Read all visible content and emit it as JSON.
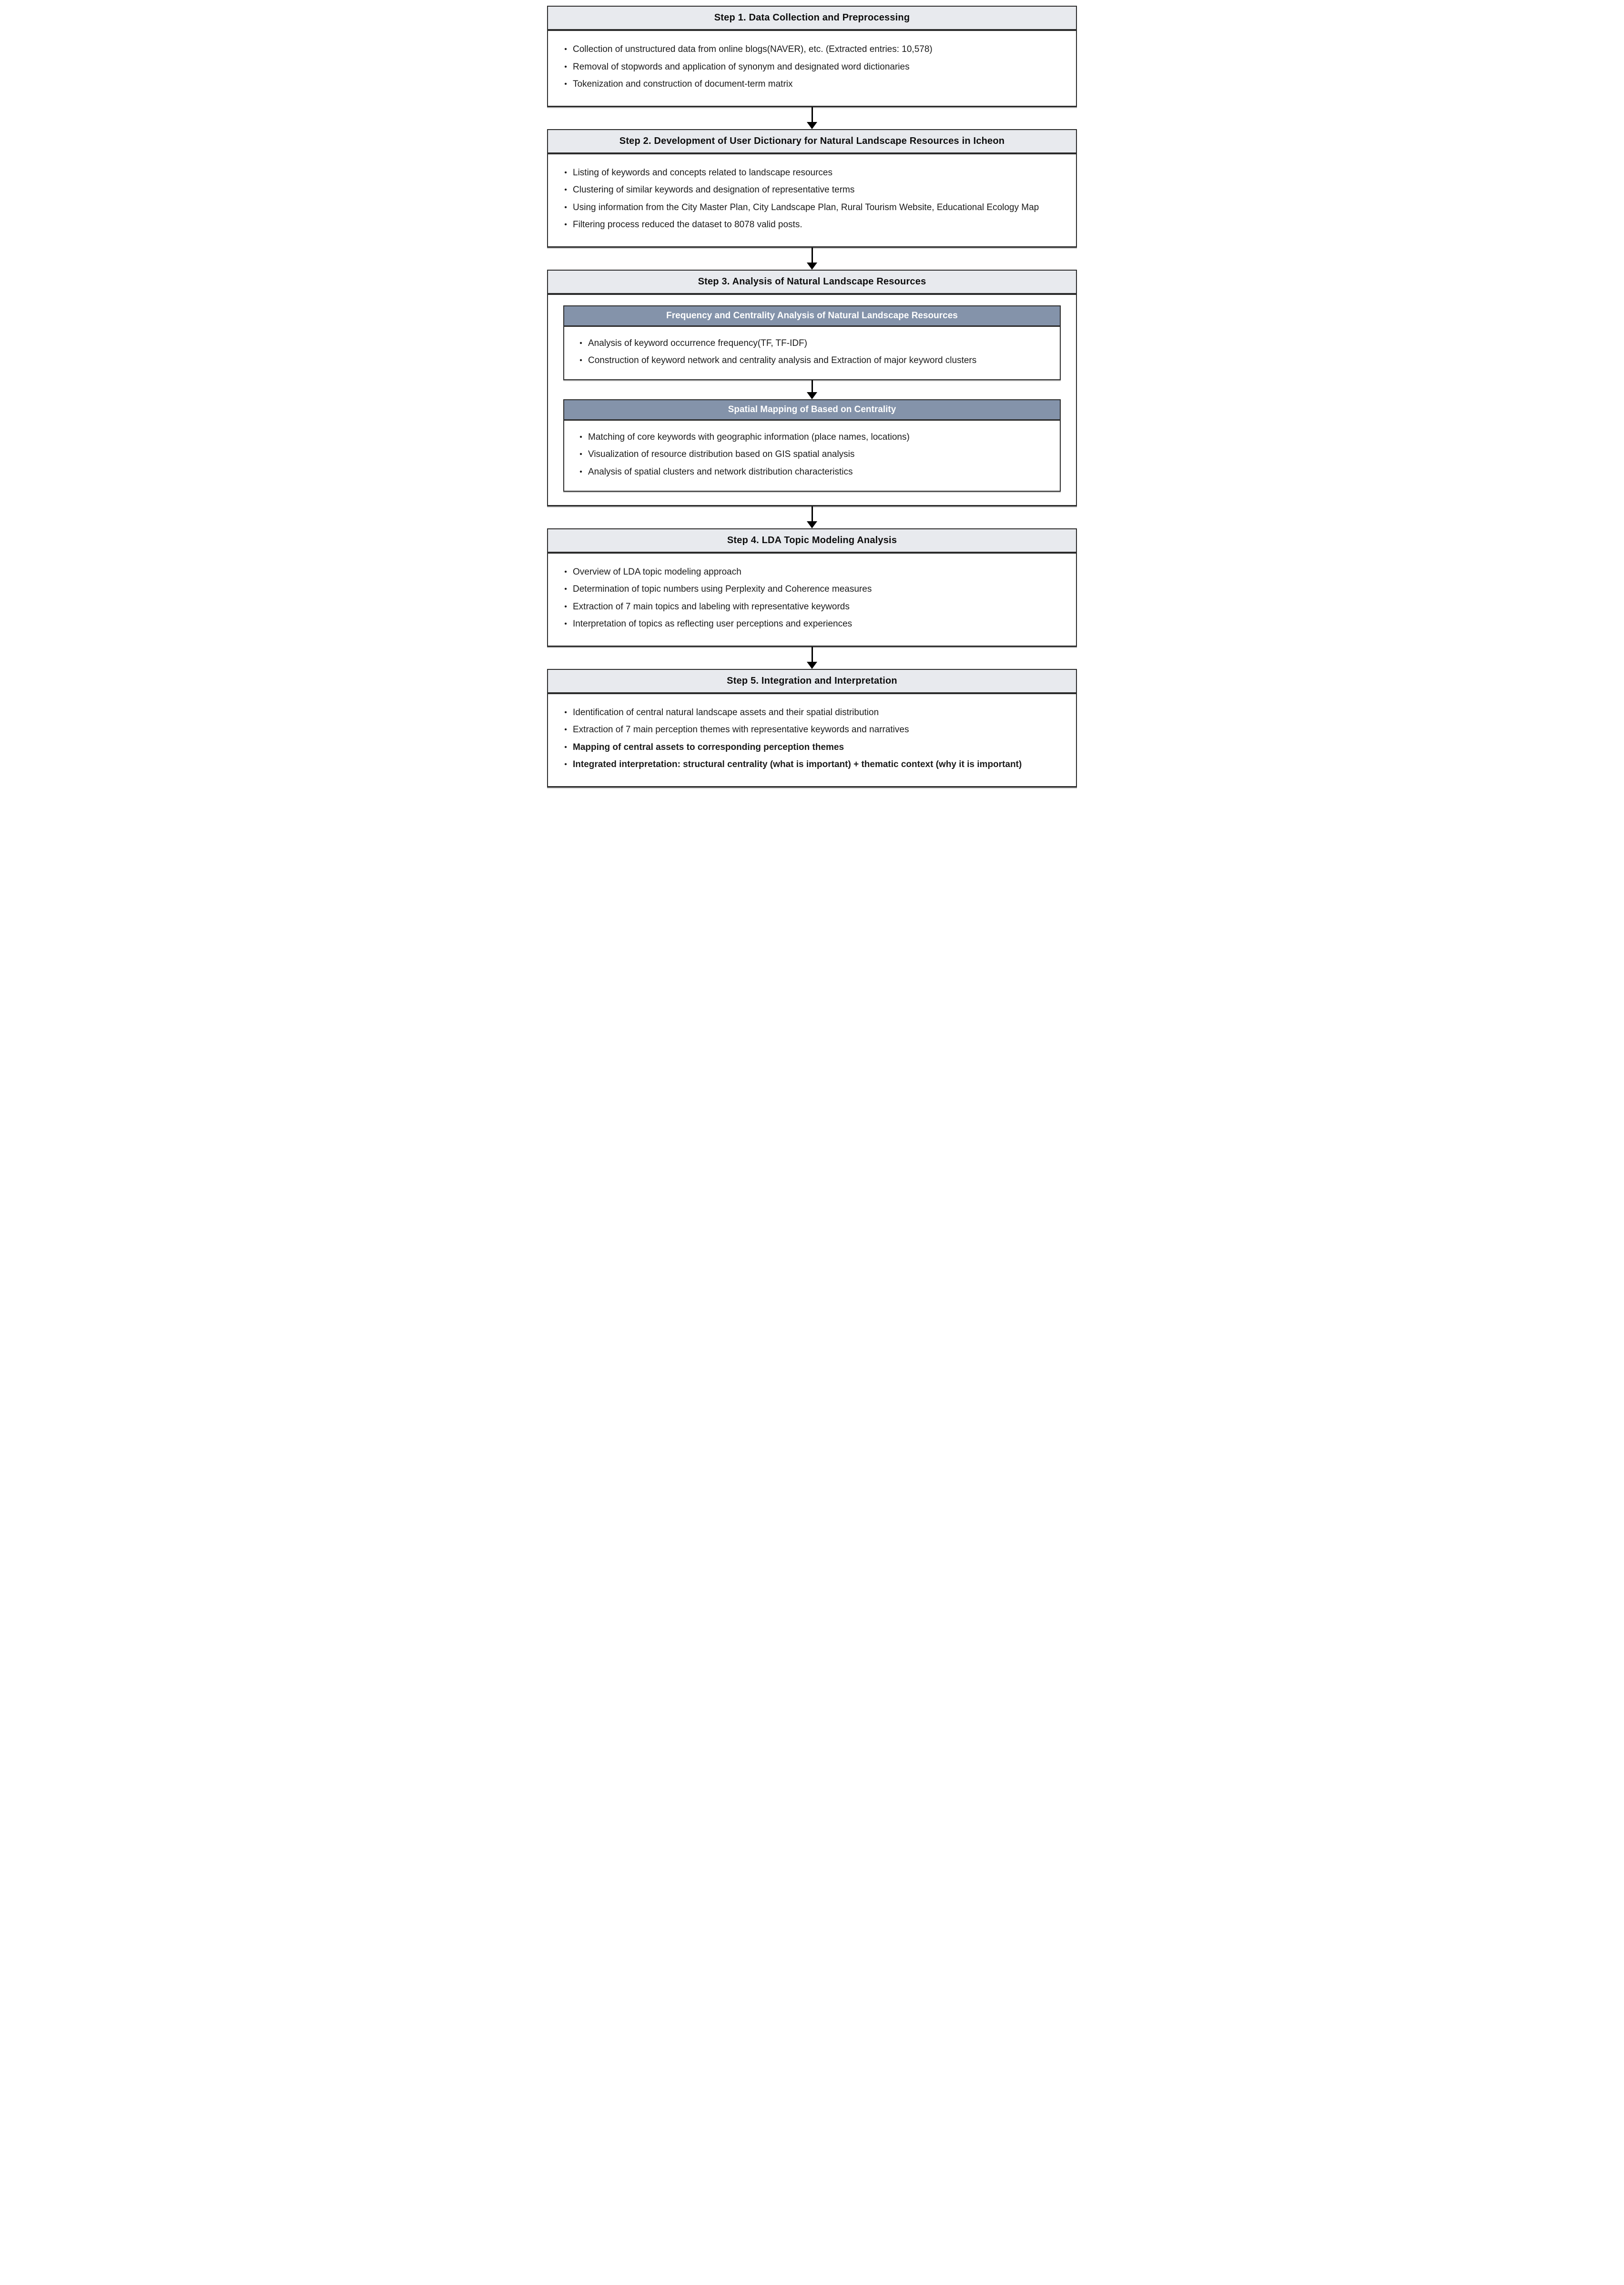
{
  "figure": {
    "type": "flowchart",
    "direction": "top-down"
  },
  "bullet_glyph": "•",
  "colors": {
    "step_header_bg": "#e8eaee",
    "subbox_header_bg": "#8493aa",
    "subbox_header_text": "#ffffff",
    "box_border": "#2c2c2c",
    "arrow_color": "#000000",
    "text_color": "#1b1b1b"
  },
  "steps": [
    {
      "id": "step-1",
      "title": "Step 1. Data Collection and Preprocessing",
      "bullets": [
        {
          "text": "Collection of unstructured data from online blogs(NAVER), etc. (Extracted entries: 10,578)",
          "bold": false
        },
        {
          "text": "Removal of stopwords and application of synonym and designated word dictionaries",
          "bold": false
        },
        {
          "text": "Tokenization and construction of document-term matrix",
          "bold": false
        }
      ]
    },
    {
      "id": "step-2",
      "title": "Step 2. Development of User Dictionary for Natural Landscape Resources in Icheon",
      "bullets": [
        {
          "text": "Listing of keywords and concepts related to landscape resources",
          "bold": false
        },
        {
          "text": "Clustering of similar keywords and designation of representative terms",
          "bold": false
        },
        {
          "text": "Using information from the City Master Plan, City Landscape Plan, Rural Tourism Website, Educational Ecology Map",
          "bold": false
        },
        {
          "text": "Filtering process reduced the dataset to 8078 valid posts.",
          "bold": false
        }
      ]
    },
    {
      "id": "step-3",
      "title": "Step 3. Analysis of Natural Landscape Resources",
      "subboxes": [
        {
          "title": "Frequency and Centrality Analysis of Natural Landscape Resources",
          "bullets": [
            {
              "text": "Analysis of keyword occurrence frequency(TF, TF-IDF)",
              "bold": false
            },
            {
              "text": "Construction of keyword network and centrality analysis and Extraction of major keyword clusters",
              "bold": false
            }
          ]
        },
        {
          "title": "Spatial Mapping of Based on Centrality",
          "bullets": [
            {
              "text": "Matching of core keywords with geographic information (place names, locations)",
              "bold": false
            },
            {
              "text": "Visualization of resource distribution based on GIS spatial analysis",
              "bold": false
            },
            {
              "text": "Analysis of spatial clusters and network distribution characteristics",
              "bold": false
            }
          ]
        }
      ]
    },
    {
      "id": "step-4",
      "title": "Step 4. LDA Topic Modeling Analysis",
      "bullets": [
        {
          "text": "Overview of LDA topic modeling approach",
          "bold": false
        },
        {
          "text": "Determination of topic numbers using Perplexity and Coherence measures",
          "bold": false
        },
        {
          "text": "Extraction of 7 main topics and labeling with representative keywords",
          "bold": false
        },
        {
          "text": "Interpretation of topics as reflecting user perceptions and experiences",
          "bold": false
        }
      ]
    },
    {
      "id": "step-5",
      "title": "Step 5. Integration and Interpretation",
      "bullets": [
        {
          "text": "Identification of central natural landscape assets and their spatial distribution",
          "bold": false
        },
        {
          "text": "Extraction of 7 main perception themes with representative keywords and narratives",
          "bold": false
        },
        {
          "text": "Mapping of central assets to corresponding perception themes",
          "bold": true
        },
        {
          "text": "Integrated interpretation: structural centrality (what is important) + thematic context (why it is important)",
          "bold": true
        }
      ]
    }
  ]
}
